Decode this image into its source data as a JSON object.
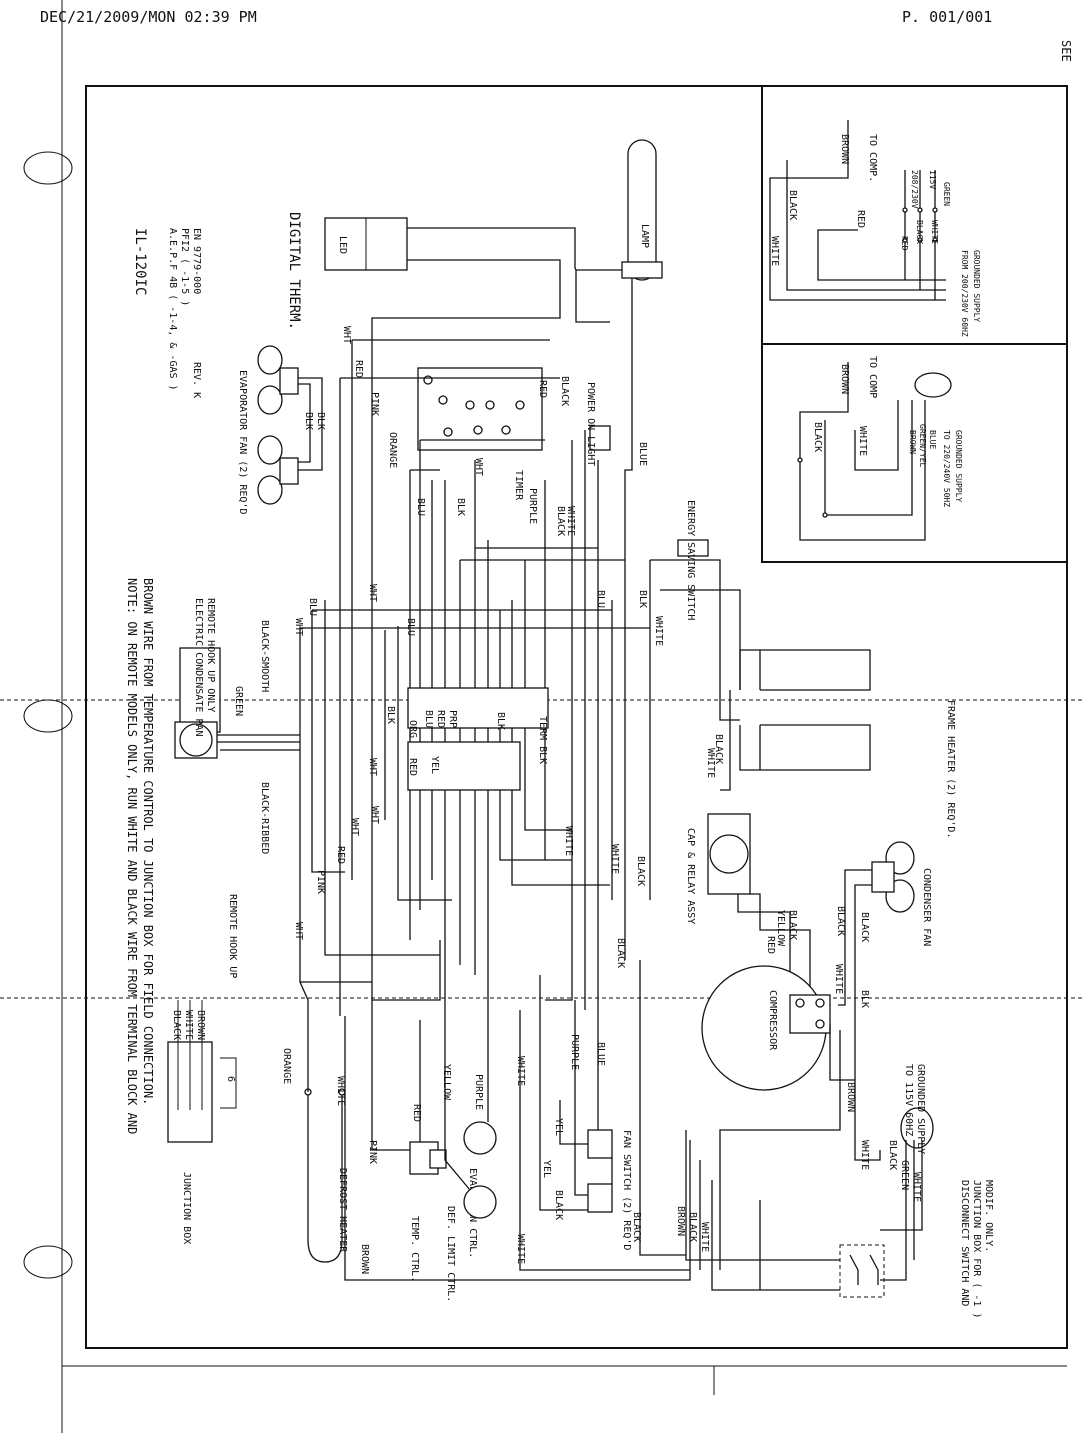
{
  "header": {
    "fax_timestamp": "DEC/21/2009/MON 02:39 PM",
    "page": "P. 001/001",
    "corner_mark": "SEE"
  },
  "title_block": {
    "model": "IL-120IC",
    "line1": "A.E.P.F 4B ( -1-4, & -GAS )",
    "line2": "PFI2 ( -1-5 )",
    "line3": "EN 9779-000",
    "rev": "REV. K"
  },
  "notes": {
    "note_line1": "NOTE: ON REMOTE MODELS ONLY, RUN WHITE AND BLACK WIRE FROM TERMINAL BLOCK AND",
    "note_line2": "BROWN WIRE FROM TEMPERATURE CONTROL TO JUNCTION BOX FOR FIELD CONNECTION.",
    "junction_box": "JUNCTION BOX",
    "remote_hook_up": "REMOTE HOOK UP",
    "electric_condensate": "ELECTRIC CONDENSATE PAN",
    "remote_hook_up_only": "REMOTE HOOK UP ONLY",
    "disconnect1": "DISCONNECT SWITCH AND",
    "disconnect2": "JUNCTION BOX FOR ( -1 )",
    "disconnect3": "MODIF. ONLY."
  },
  "components": {
    "digital_therm": "DIGITAL THERM.",
    "led": "LED",
    "lamp": "LAMP",
    "power_on_light": "POWER ON LIGHT",
    "timer": "TIMER",
    "evaporator_fan": "EVAPORATOR FAN (2) REQ'D",
    "energy_saving_switch": "ENERGY SAVING SWITCH",
    "term_blk": "TERM BLK",
    "frame_heater": "FRAME HEATER (2) REQ'D.",
    "cap_relay": "CAP & RELAY ASSY",
    "condenser_fan": "CONDENSER FAN",
    "compressor": "COMPRESSOR",
    "to_115v": "TO 115V 60HZ",
    "grounded_supply": "GROUNDED SUPPLY",
    "temp_ctrl": "TEMP. CTRL.",
    "def_limit_ctrl": "DEF. LIMIT CTRL.",
    "evap_fan_ctrl": "EVAP. FAN CTRL.",
    "fan_switch": "FAN SWITCH (2) REQ'D",
    "defrost_heater": "DEFROST HEATER",
    "black_smooth": "BLACK-SMOOTH",
    "black_ribbed": "BLACK-RIBBED",
    "dim_6": "6"
  },
  "inset_top": {
    "to_comp": "TO COMP.",
    "volt_a": "208/230V",
    "volt_b": "115V",
    "supply1": "FROM 200/230V 60HZ",
    "supply2": "GROUNDED SUPPLY"
  },
  "inset_mid": {
    "to_comp": "TO COMP",
    "supply1": "TO 220/240V 50HZ",
    "supply2": "GROUNDED SUPPLY"
  },
  "wire_labels": {
    "black": "BLACK",
    "white": "WHITE",
    "brown": "BROWN",
    "red": "RED",
    "green": "GREEN",
    "wht": "WHT",
    "blk": "BLK",
    "blu": "BLU",
    "org": "ORG",
    "orange": "ORANGE",
    "pink": "PINK",
    "purple": "PURPLE",
    "yellow": "YELLOW",
    "yel": "YEL",
    "blue": "BLUE",
    "prp": "PRP",
    "red_s": "RED",
    "green_yel": "GREEN/YEL",
    "blue_s": "BLUE"
  }
}
